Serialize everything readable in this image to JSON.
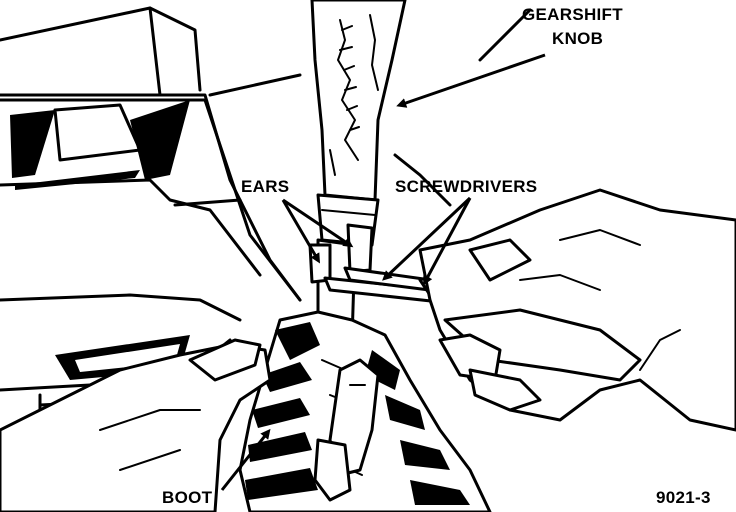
{
  "labels": {
    "gearshift_line1": "GEARSHIFT",
    "gearshift_line2": "KNOB",
    "ears": "EARS",
    "screwdrivers": "SCREWDRIVERS",
    "boot": "BOOT",
    "figure_id": "9021-3"
  },
  "colors": {
    "ink": "#000000",
    "paper": "#ffffff"
  }
}
